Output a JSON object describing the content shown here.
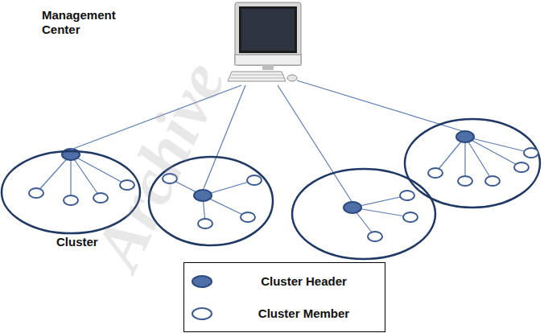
{
  "diagram": {
    "nodes": [
      {
        "text": [
          "Management Center"
        ]
      },
      {
        "text": [
          "Cluster"
        ]
      }
    ],
    "edges": [
      {
        "from": 0,
        "to": 1,
        "arrow": "none"
      }
    ],
    "labels": [
      "Archive"
    ],
    "legend": [
      {
        "text": "Cluster Header"
      },
      {
        "text": "Cluster Member"
      }
    ]
  }
}
